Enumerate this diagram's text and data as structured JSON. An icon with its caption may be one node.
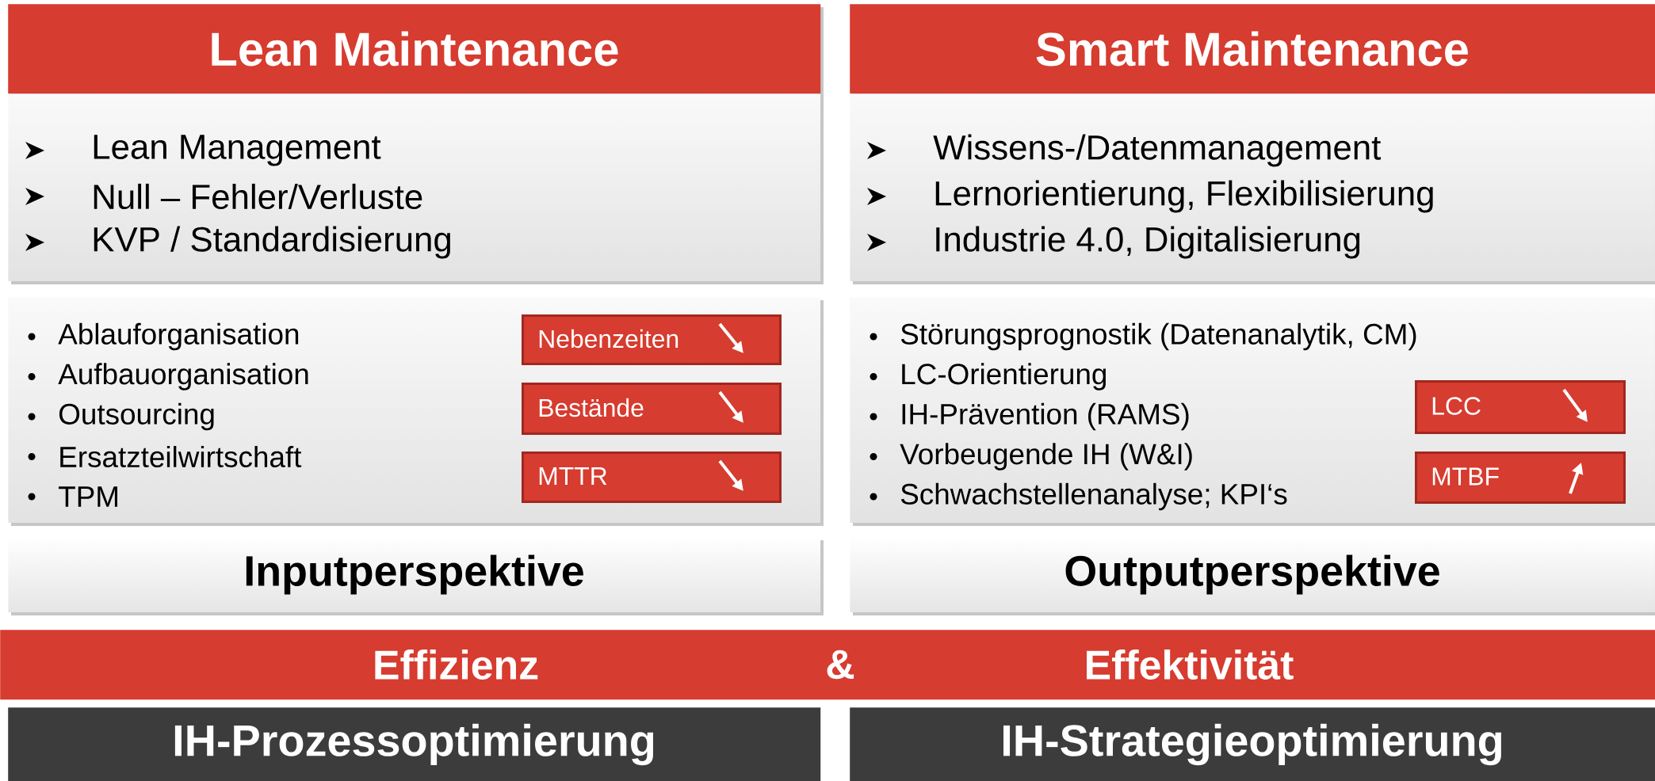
{
  "diagram": {
    "nodes": [
      {
        "text": [
          "Lean Maintenance"
        ]
      },
      {
        "text": [
          "Lean Management",
          "Null – Fehler/Verluste",
          "KVP / Standardisierung"
        ]
      },
      {
        "text": [
          "Ablauforganisation",
          "Aufbauorganisation",
          "Outsourcing",
          "Ersatzteilwirtschaft",
          "TPM"
        ]
      },
      {
        "text": [
          "Nebenzeiten"
        ],
        "in": 2
      },
      {
        "text": [
          "Bestände"
        ],
        "in": 2
      },
      {
        "text": [
          "MTTR"
        ],
        "in": 2
      },
      {
        "text": [
          "Inputperspektive"
        ]
      },
      {
        "text": [
          "Smart Maintenance"
        ]
      },
      {
        "text": [
          "Wissens-/Datenmanagement",
          "Lernorientierung, Flexibilisierung",
          "Industrie 4.0, Digitalisierung"
        ]
      },
      {
        "text": [
          "Störungsprognostik (Datenanalytik, CM)",
          "LC-Orientierung",
          "IH-Prävention (RAMS)",
          "Vorbeugende IH (W&I)",
          "Schwachstellenanalyse; KPI‘s"
        ]
      },
      {
        "text": [
          "LCC"
        ],
        "in": 9
      },
      {
        "text": [
          "MTBF"
        ],
        "in": 9
      },
      {
        "text": [
          "Outputperspektive"
        ]
      },
      {
        "text": [
          "Effizienz",
          "&",
          "Effektivität"
        ]
      },
      {
        "text": [
          "IH-Prozessoptimierung"
        ]
      },
      {
        "text": [
          "IH-Strategieoptimierung"
        ]
      }
    ]
  }
}
